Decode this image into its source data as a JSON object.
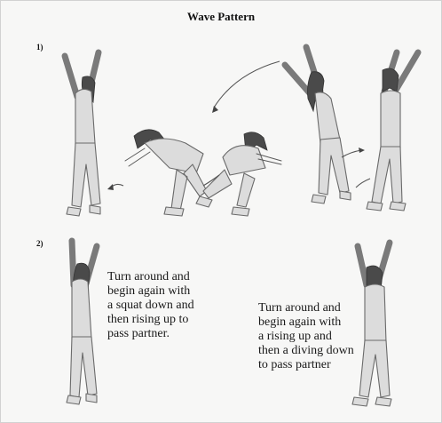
{
  "title": "Wave Pattern",
  "steps": [
    "1)",
    "2)"
  ],
  "captions": [
    "Turn around and\nbegin again with\na squat down and\nthen rising up to\npass partner.",
    "Turn around and\nbegin again with\na rising up and\nthen a diving down\nto pass partner"
  ],
  "figures": {
    "row1": [
      "standing-arms-up-figure",
      "diving-figure",
      "squatting-figure",
      "rising-figure",
      "standing-arms-up-figure"
    ],
    "row2": [
      "standing-arms-up-figure",
      "standing-arms-up-figure"
    ]
  }
}
